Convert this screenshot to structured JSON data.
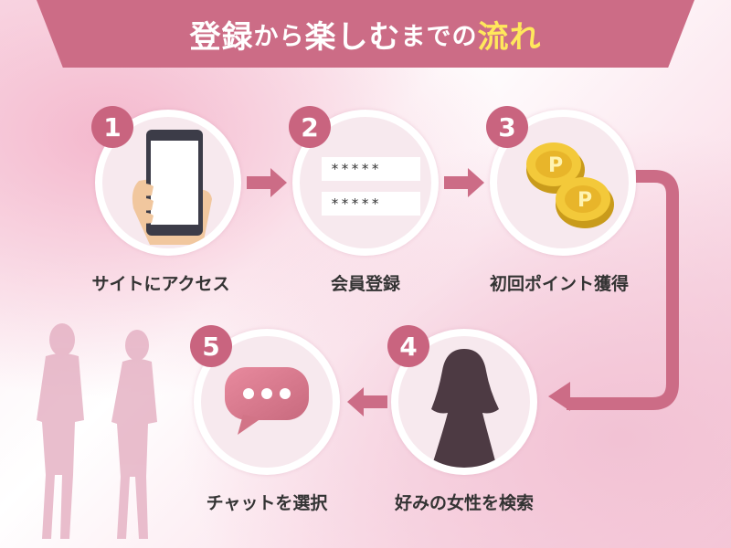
{
  "title": {
    "part1": "登録",
    "part2": "から",
    "part3": "楽しむ",
    "part4": "までの",
    "accent": "流れ"
  },
  "steps": [
    {
      "number": "1",
      "label": "サイトにアクセス",
      "icon": "smartphone-hand-icon"
    },
    {
      "number": "2",
      "label": "会員登録",
      "icon": "password-fields-icon",
      "fields": [
        "*****",
        "*****"
      ]
    },
    {
      "number": "3",
      "label": "初回ポイント獲得",
      "icon": "point-coins-icon",
      "coin_glyph": "P"
    },
    {
      "number": "4",
      "label": "好みの女性を検索",
      "icon": "woman-silhouette-icon"
    },
    {
      "number": "5",
      "label": "チャットを選択",
      "icon": "chat-bubble-icon"
    }
  ],
  "colors": {
    "banner": "#cc6c86",
    "accent": "#ffe85c",
    "arrow": "#cc6c86",
    "number_badge": "#c9647f"
  }
}
